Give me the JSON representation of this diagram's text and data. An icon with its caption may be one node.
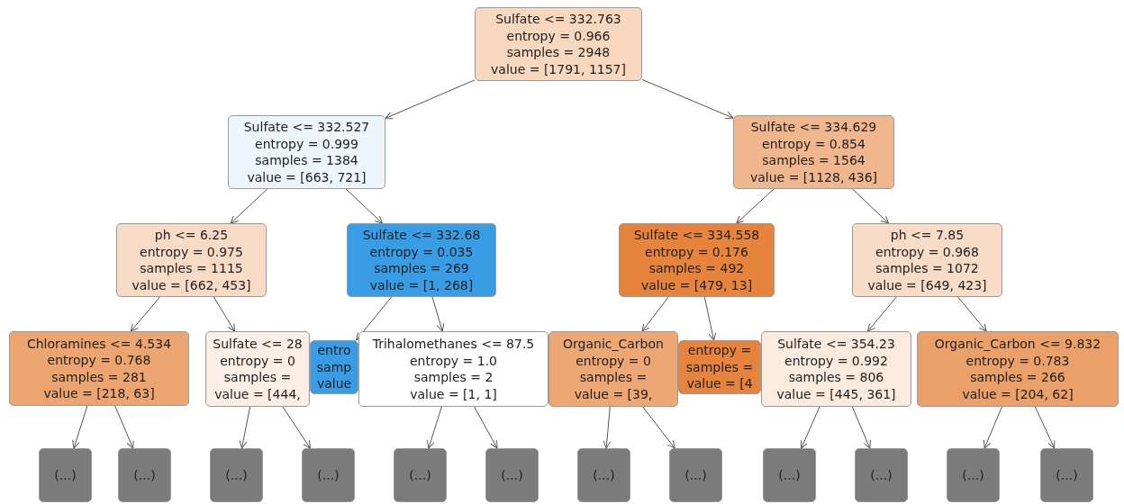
{
  "diagram": {
    "nodes": [
      {
        "text": [
          "Sulfate <= 332.763",
          "entropy = 0.966",
          "samples = 2948",
          "value = [1791, 1157]"
        ]
      },
      {
        "text": [
          "Sulfate <= 332.527",
          "entropy = 0.999",
          "samples = 1384",
          "value = [663, 721]"
        ]
      },
      {
        "text": [
          "Sulfate <= 334.629",
          "entropy = 0.854",
          "samples = 1564",
          "value = [1128, 436]"
        ]
      },
      {
        "text": [
          "ph <= 6.25",
          "entropy = 0.975",
          "samples = 1115",
          "value = [662, 453]"
        ]
      },
      {
        "text": [
          "Sulfate <= 332.68",
          "entropy = 0.035",
          "samples = 269",
          "value = [1, 268]"
        ]
      },
      {
        "text": [
          "Sulfate <= 334.558",
          "entropy = 0.176",
          "samples = 492",
          "value = [479, 13]"
        ]
      },
      {
        "text": [
          "ph <= 7.85",
          "entropy = 0.968",
          "samples = 1072",
          "value = [649, 423]"
        ]
      },
      {
        "text": [
          "Chloramines <= 4.534",
          "entropy = 0.768",
          "samples = 281",
          "value = [218, 63]"
        ]
      },
      {
        "text": [
          "Sulfate <= 28",
          "entropy = 0",
          "samples =",
          "value = [444,"
        ]
      },
      {
        "text": [
          "entro",
          "samp",
          "value"
        ]
      },
      {
        "text": [
          "Trihalomethanes <= 87.5",
          "entropy = 1.0",
          "samples = 2",
          "value = [1, 1]"
        ]
      },
      {
        "text": [
          "Organic_Carbon",
          "entropy = 0",
          "samples =",
          "value = [39,"
        ]
      },
      {
        "text": [
          "entropy =",
          "samples =",
          "value = [4"
        ]
      },
      {
        "text": [
          "Sulfate <= 354.23",
          "entropy = 0.992",
          "samples = 806",
          "value = [445, 361]"
        ]
      },
      {
        "text": [
          "Organic_Carbon <= 9.832",
          "entropy = 0.783",
          "samples = 266",
          "value = [204, 62]"
        ]
      },
      {
        "text": [
          "(...)"
        ]
      },
      {
        "text": [
          "(...)"
        ]
      },
      {
        "text": [
          "(...)"
        ]
      },
      {
        "text": [
          "(...)"
        ]
      },
      {
        "text": [
          "(...)"
        ]
      },
      {
        "text": [
          "(...)"
        ]
      },
      {
        "text": [
          "(...)"
        ]
      },
      {
        "text": [
          "(...)"
        ]
      },
      {
        "text": [
          "(...)"
        ]
      },
      {
        "text": [
          "(...)"
        ]
      },
      {
        "text": [
          "(...)"
        ]
      },
      {
        "text": [
          "(...)"
        ]
      }
    ],
    "edges": [
      {
        "from": 0,
        "to": 1,
        "arrow": "to"
      },
      {
        "from": 0,
        "to": 2,
        "arrow": "to"
      },
      {
        "from": 1,
        "to": 3,
        "arrow": "to"
      },
      {
        "from": 1,
        "to": 4,
        "arrow": "to"
      },
      {
        "from": 2,
        "to": 5,
        "arrow": "to"
      },
      {
        "from": 2,
        "to": 6,
        "arrow": "to"
      },
      {
        "from": 3,
        "to": 7,
        "arrow": "to"
      },
      {
        "from": 3,
        "to": 8,
        "arrow": "to"
      },
      {
        "from": 4,
        "to": 9,
        "arrow": "to"
      },
      {
        "from": 4,
        "to": 10,
        "arrow": "to"
      },
      {
        "from": 5,
        "to": 11,
        "arrow": "to"
      },
      {
        "from": 5,
        "to": 12,
        "arrow": "to"
      },
      {
        "from": 6,
        "to": 13,
        "arrow": "to"
      },
      {
        "from": 6,
        "to": 14,
        "arrow": "to"
      },
      {
        "from": 7,
        "to": 15,
        "arrow": "to"
      },
      {
        "from": 7,
        "to": 16,
        "arrow": "to"
      },
      {
        "from": 8,
        "to": 17,
        "arrow": "to"
      },
      {
        "from": 8,
        "to": 18,
        "arrow": "to"
      },
      {
        "from": 10,
        "to": 19,
        "arrow": "to"
      },
      {
        "from": 10,
        "to": 20,
        "arrow": "to"
      },
      {
        "from": 11,
        "to": 21,
        "arrow": "to"
      },
      {
        "from": 11,
        "to": 22,
        "arrow": "to"
      },
      {
        "from": 13,
        "to": 23,
        "arrow": "to"
      },
      {
        "from": 13,
        "to": 24,
        "arrow": "to"
      },
      {
        "from": 14,
        "to": 25,
        "arrow": "to"
      },
      {
        "from": 14,
        "to": 26,
        "arrow": "to"
      }
    ]
  }
}
